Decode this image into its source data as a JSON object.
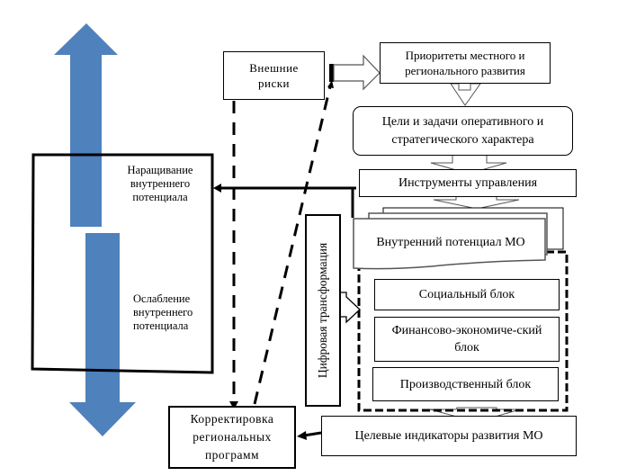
{
  "diagram": {
    "colors": {
      "arrow_blue": "#4f81bd",
      "line": "#000000",
      "outline_gray": "#7f7f7f"
    },
    "boxes": {
      "external_risks": "Внешние риски",
      "priorities": "Приоритеты местного и регионального развития",
      "goals": "Цели и задачи оперативного и стратегического характера",
      "instruments": "Инструменты управления",
      "internal_potential": "Внутренний потенциал МО",
      "social_block": "Социальный блок",
      "finance_block": "Финансово-экономиче-ский блок",
      "production_block": "Производственный блок",
      "target_indicators": "Целевые индикаторы развития МО",
      "correction": "Корректировка региональных программ",
      "digital": "Цифровая трансформация"
    },
    "labels": {
      "growth": "Наращивание внутреннего потенциала",
      "weakening": "Ослабление внутреннего потенциала"
    }
  }
}
